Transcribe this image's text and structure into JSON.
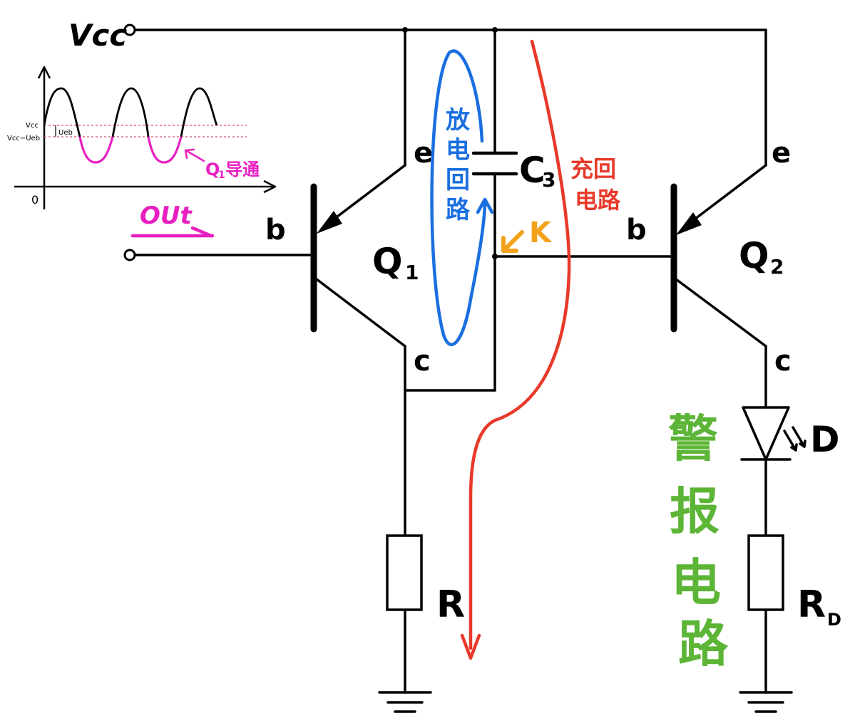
{
  "labels": {
    "vcc": "Vcc",
    "q1": "Q",
    "q1_sub": "1",
    "q2": "Q",
    "q2_sub": "2",
    "q1_b": "b",
    "q1_e": "e",
    "q1_c": "c",
    "q2_b": "b",
    "q2_e": "e",
    "q2_c": "c",
    "c3": "C",
    "c3_sub": "3",
    "r": "R",
    "rd": "R",
    "rd_sub": "D",
    "d": "D",
    "k": "K",
    "out": "OUt"
  },
  "annotations": {
    "discharge": [
      "放",
      "电",
      "回",
      "路"
    ],
    "charge_line1": "充回",
    "charge_line2": "电路",
    "alarm": [
      "警",
      "报",
      "电",
      "路"
    ],
    "q1_on": "Q",
    "q1_on_sub": "1",
    "q1_on_text": "导通"
  },
  "inset": {
    "vcc_label": "Vcc",
    "vcc_ueb_label": "Vcc−Ueb",
    "ueb_label": "Ueb",
    "origin_label": "0"
  },
  "colors": {
    "wire": "#000000",
    "discharge": "#1a6fe0",
    "charge": "#e8392a",
    "k_arrow": "#f2a21b",
    "out": "#e81fc0",
    "alarm": "#5cb536",
    "inset_dashed": "#d94b7a"
  }
}
